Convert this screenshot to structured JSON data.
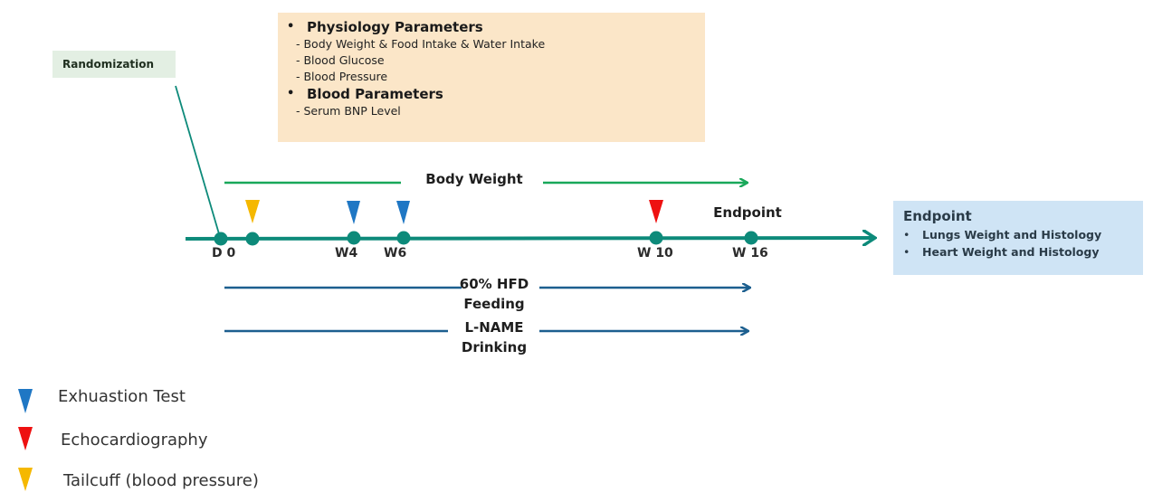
{
  "randomization": {
    "label": "Randomization"
  },
  "parameters": {
    "physiology_title": "Physiology Parameters",
    "physiology_items": [
      "- Body Weight & Food Intake & Water Intake",
      "- Blood Glucose",
      "- Blood Pressure"
    ],
    "blood_title": "Blood Parameters",
    "blood_items": [
      "-  Serum BNP Level"
    ]
  },
  "timeline": {
    "body_weight_label": "Body Weight",
    "endpoint_label": "Endpoint",
    "timepoints": [
      "D 0",
      "W4",
      "W6",
      "W 10",
      "W 16"
    ],
    "hfd_label_line1": "60% HFD",
    "hfd_label_line2": "Feeding",
    "lname_label_line1": "L-NAME",
    "lname_label_line2": "Drinking"
  },
  "endpoint_box": {
    "title": "Endpoint",
    "items": [
      "Lungs Weight and  Histology",
      "Heart Weight and Histology"
    ]
  },
  "legend": {
    "items": [
      {
        "label": "Exhuastion Test",
        "color": "#1f77c4"
      },
      {
        "label": "Echocardiography",
        "color": "#ee1111"
      },
      {
        "label": "Tailcuff (blood pressure)",
        "color": "#f5b800"
      }
    ]
  },
  "colors": {
    "timeline_teal": "#0d8a7a",
    "body_weight_green": "#19a85a",
    "treatment_blue": "#1c5f8f",
    "exhaustion_blue": "#1f77c4",
    "echo_red": "#ee1111",
    "tailcuff_yellow": "#f5b800"
  }
}
